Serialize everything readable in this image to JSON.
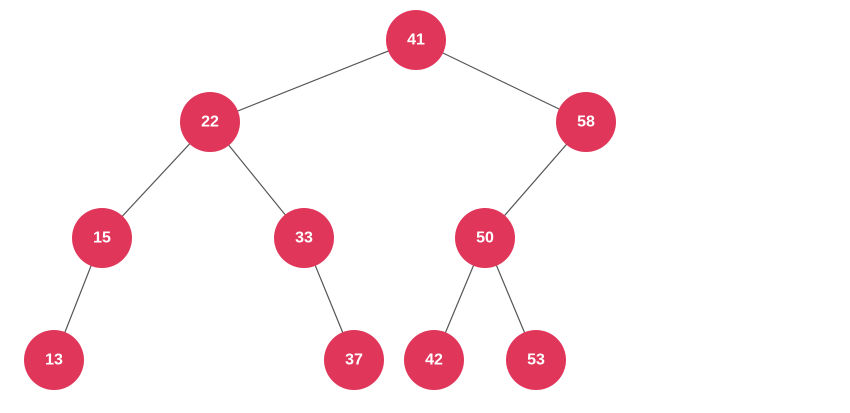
{
  "tree": {
    "node_color": "#e0365a",
    "edge_color": "#555555",
    "text_color": "#ffffff",
    "nodes": [
      {
        "id": "n41",
        "label": "41"
      },
      {
        "id": "n22",
        "label": "22"
      },
      {
        "id": "n58",
        "label": "58"
      },
      {
        "id": "n15",
        "label": "15"
      },
      {
        "id": "n33",
        "label": "33"
      },
      {
        "id": "n50",
        "label": "50"
      },
      {
        "id": "n13",
        "label": "13"
      },
      {
        "id": "n37",
        "label": "37"
      },
      {
        "id": "n42",
        "label": "42"
      },
      {
        "id": "n53",
        "label": "53"
      }
    ],
    "edges": [
      {
        "from": "n41",
        "to": "n22"
      },
      {
        "from": "n41",
        "to": "n58"
      },
      {
        "from": "n22",
        "to": "n15"
      },
      {
        "from": "n22",
        "to": "n33"
      },
      {
        "from": "n58",
        "to": "n50"
      },
      {
        "from": "n15",
        "to": "n13"
      },
      {
        "from": "n33",
        "to": "n37"
      },
      {
        "from": "n50",
        "to": "n42"
      },
      {
        "from": "n50",
        "to": "n53"
      }
    ]
  }
}
